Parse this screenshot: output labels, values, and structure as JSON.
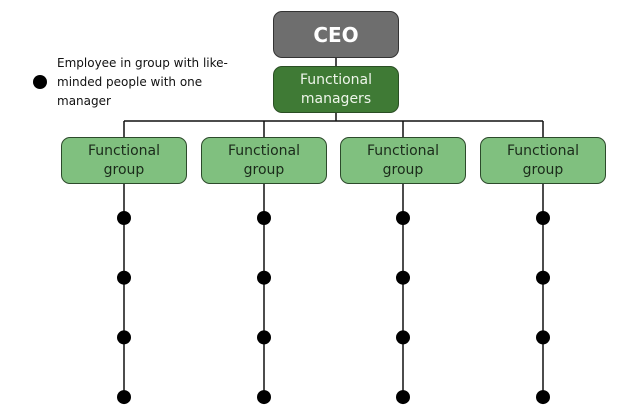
{
  "legend": {
    "icon": "filled-circle",
    "text": "Employee in group with like-minded people with one manager"
  },
  "ceo": {
    "label": "CEO",
    "color": "#6e6e6e"
  },
  "managers": {
    "line1": "Functional",
    "line2": "managers",
    "color": "#3f7a35"
  },
  "groups": [
    {
      "line1": "Functional",
      "line2": "group",
      "employees": 4
    },
    {
      "line1": "Functional",
      "line2": "group",
      "employees": 4
    },
    {
      "line1": "Functional",
      "line2": "group",
      "employees": 4
    },
    {
      "line1": "Functional",
      "line2": "group",
      "employees": 4
    }
  ],
  "group_color": "#80c07f"
}
